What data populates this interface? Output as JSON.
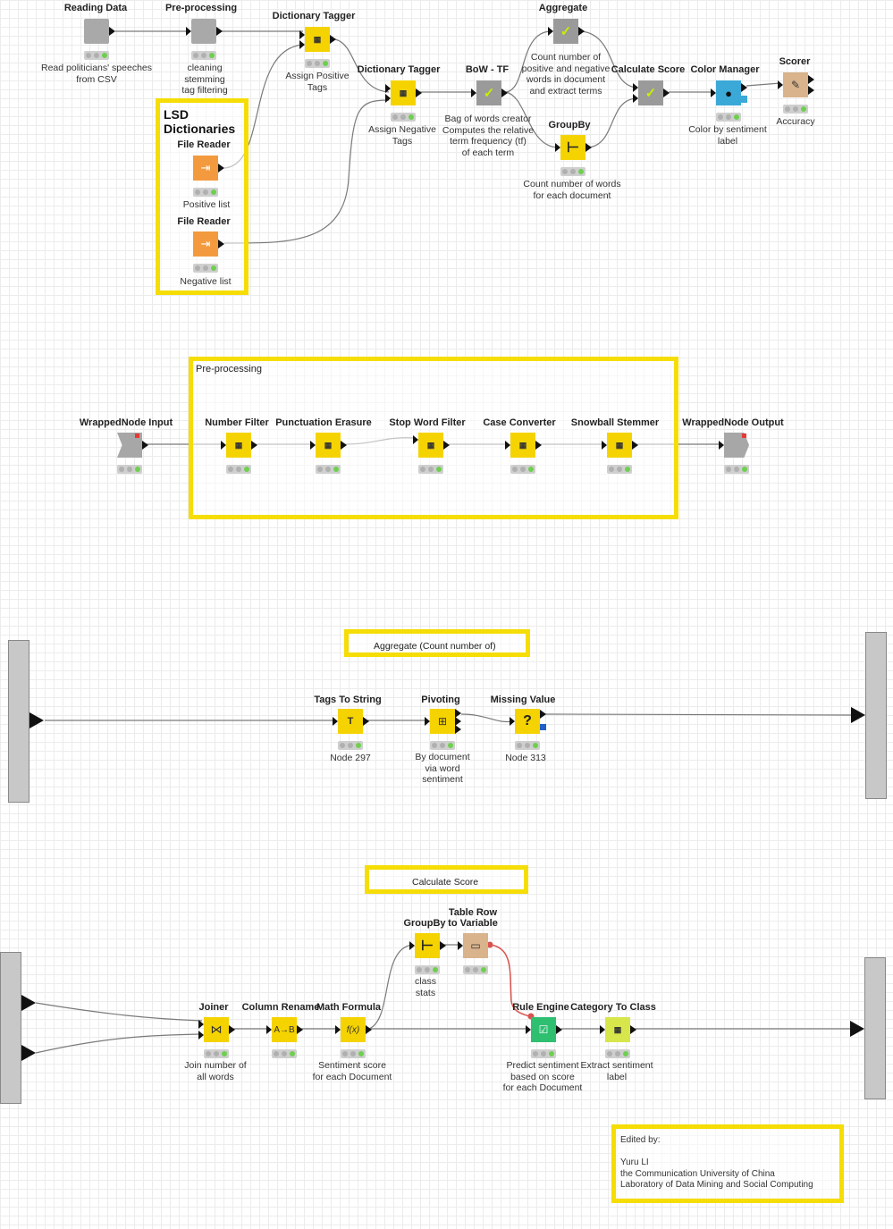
{
  "colors": {
    "manipulator": "#f5d300",
    "source": "#f39a3e",
    "metanode": "#a7a7a7",
    "viz": "#3aa9d8",
    "scorer": "#d9b38c",
    "rule": "#2fbf71",
    "highlight": "#f5dd05"
  },
  "section1": {
    "nodes": {
      "reading_data": {
        "label": "Reading Data",
        "caption": "Read politicians' speeches\nfrom CSV"
      },
      "preprocessing": {
        "label": "Pre-processing",
        "caption": "cleaning\nstemming\ntag filtering"
      },
      "dict_tagger_pos": {
        "label": "Dictionary Tagger",
        "caption": "Assign Positive\nTags"
      },
      "dict_tagger_neg": {
        "label": "Dictionary Tagger",
        "caption": "Assign Negative\nTags"
      },
      "bow_tf": {
        "label": "BoW - TF",
        "caption": "Bag of words creator\nComputes the relative\nterm frequency (tf)\nof each term"
      },
      "aggregate": {
        "label": "Aggregate",
        "caption": "Count number of\npositive and negative\nwords in document\nand extract terms"
      },
      "groupby": {
        "label": "GroupBy",
        "caption": "Count number of words\nfor each document"
      },
      "calculate_score": {
        "label": "Calculate Score",
        "caption": ""
      },
      "color_manager": {
        "label": "Color Manager",
        "caption": "Color by sentiment\nlabel"
      },
      "scorer": {
        "label": "Scorer",
        "caption": "Accuracy"
      },
      "file_reader_pos": {
        "label": "File Reader",
        "caption": "Positive list"
      },
      "file_reader_neg": {
        "label": "File Reader",
        "caption": "Negative list"
      }
    },
    "lsd_box_title": "LSD\nDictionaries"
  },
  "section2": {
    "box_title": "Pre-processing",
    "nodes": {
      "wrapped_input": {
        "label": "WrappedNode Input"
      },
      "number_filter": {
        "label": "Number Filter"
      },
      "punctuation_erasure": {
        "label": "Punctuation Erasure"
      },
      "stop_word_filter": {
        "label": "Stop Word Filter"
      },
      "case_converter": {
        "label": "Case Converter"
      },
      "snowball_stemmer": {
        "label": "Snowball Stemmer"
      },
      "wrapped_output": {
        "label": "WrappedNode Output"
      }
    }
  },
  "section3": {
    "box_title": "Aggregate (Count number of)",
    "nodes": {
      "tags_to_string": {
        "label": "Tags To String",
        "caption": "Node 297"
      },
      "pivoting": {
        "label": "Pivoting",
        "caption": "By document\nvia word\nsentiment"
      },
      "missing_value": {
        "label": "Missing Value",
        "caption": "Node 313"
      }
    }
  },
  "section4": {
    "box_title": "Calculate Score",
    "nodes": {
      "joiner": {
        "label": "Joiner",
        "caption": "Join number of\nall words"
      },
      "column_rename": {
        "label": "Column Rename",
        "caption": ""
      },
      "math_formula": {
        "label": "Math Formula",
        "caption": "Sentiment score\nfor each Document"
      },
      "groupby": {
        "label": "GroupBy",
        "caption": "class\nstats"
      },
      "table_row_to_var": {
        "label": "Table Row\nto Variable",
        "caption": ""
      },
      "rule_engine": {
        "label": "Rule Engine",
        "caption": "Predict sentiment\nbased on score\nfor each Document"
      },
      "category_to_class": {
        "label": "Category To Class",
        "caption": "Extract sentiment\nlabel"
      }
    }
  },
  "edited_by": "Edited by:\n\nYuru LI\nthe Communication University of China\nLaboratory of Data Mining and Social Computing"
}
